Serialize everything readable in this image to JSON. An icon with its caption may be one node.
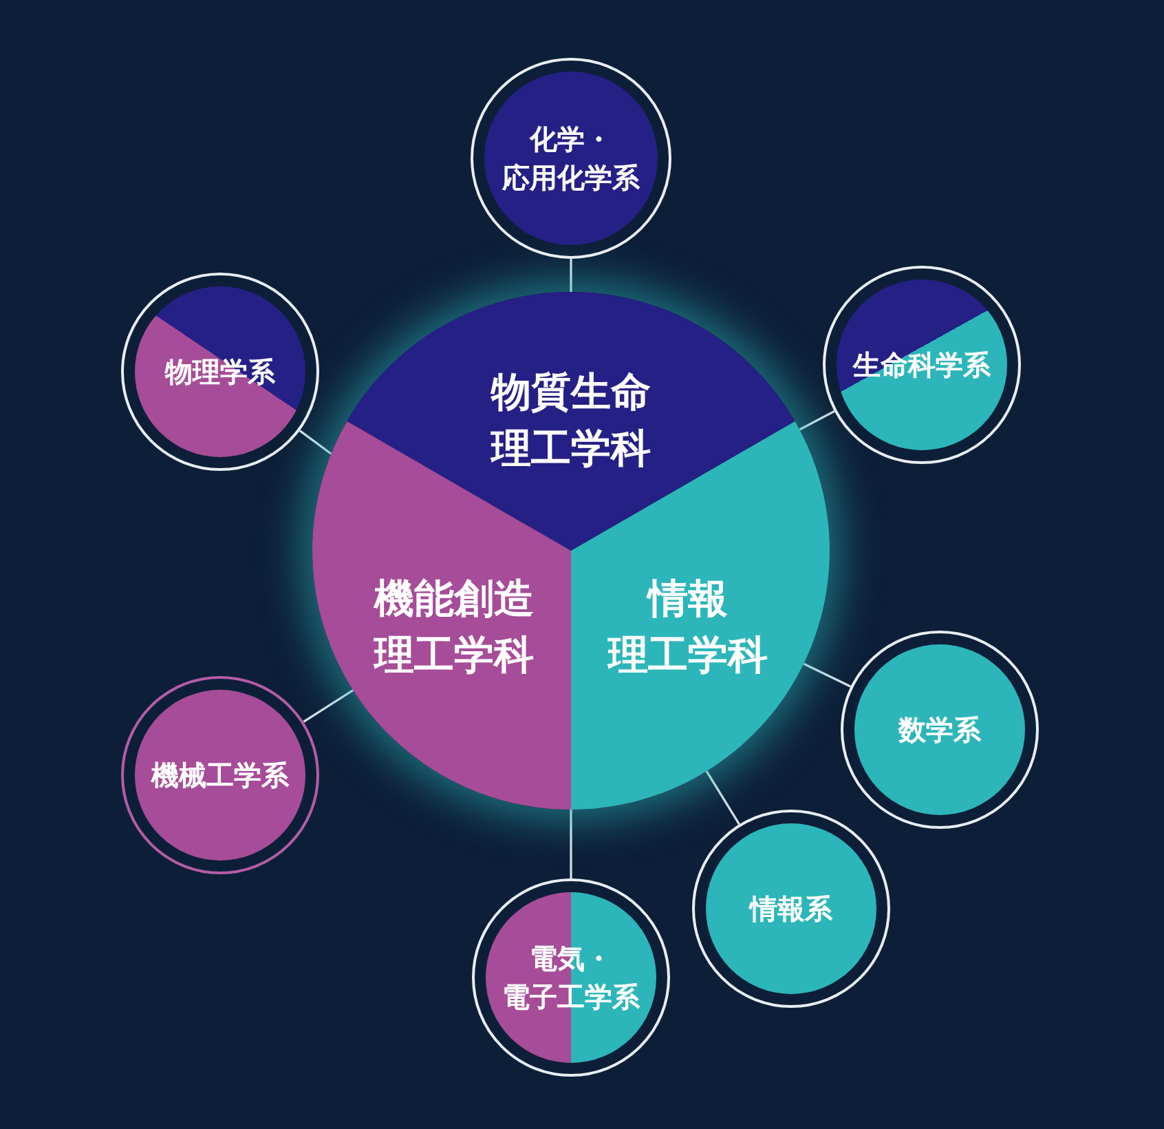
{
  "diagram": {
    "nodes": [
      {
        "text": [],
        "shape": "circle"
      },
      {
        "text": [
          "物質生命理工学科"
        ],
        "in": 0
      },
      {
        "text": [
          "機能創造理工学科"
        ],
        "in": 0
      },
      {
        "text": [
          "情報理工学科"
        ],
        "in": 0
      },
      {
        "text": [
          "化学・応用化学系"
        ]
      },
      {
        "text": [
          "物理学系"
        ]
      },
      {
        "text": [
          "生命科学系"
        ]
      },
      {
        "text": [
          "機械工学系"
        ]
      },
      {
        "text": [
          "数学系"
        ]
      },
      {
        "text": [
          "情報系"
        ]
      },
      {
        "text": [
          "電気・電子工学系"
        ]
      }
    ],
    "edges": [
      {
        "from": 4,
        "to": 1,
        "arrow": "none"
      },
      {
        "from": 5,
        "to": 2,
        "arrow": "none"
      },
      {
        "from": 6,
        "to": 3,
        "arrow": "none"
      },
      {
        "from": 7,
        "to": 2,
        "arrow": "none"
      },
      {
        "from": 8,
        "to": 3,
        "arrow": "none"
      },
      {
        "from": 9,
        "to": 3,
        "arrow": "none"
      },
      {
        "from": 10,
        "to": 0,
        "arrow": "none"
      }
    ]
  }
}
